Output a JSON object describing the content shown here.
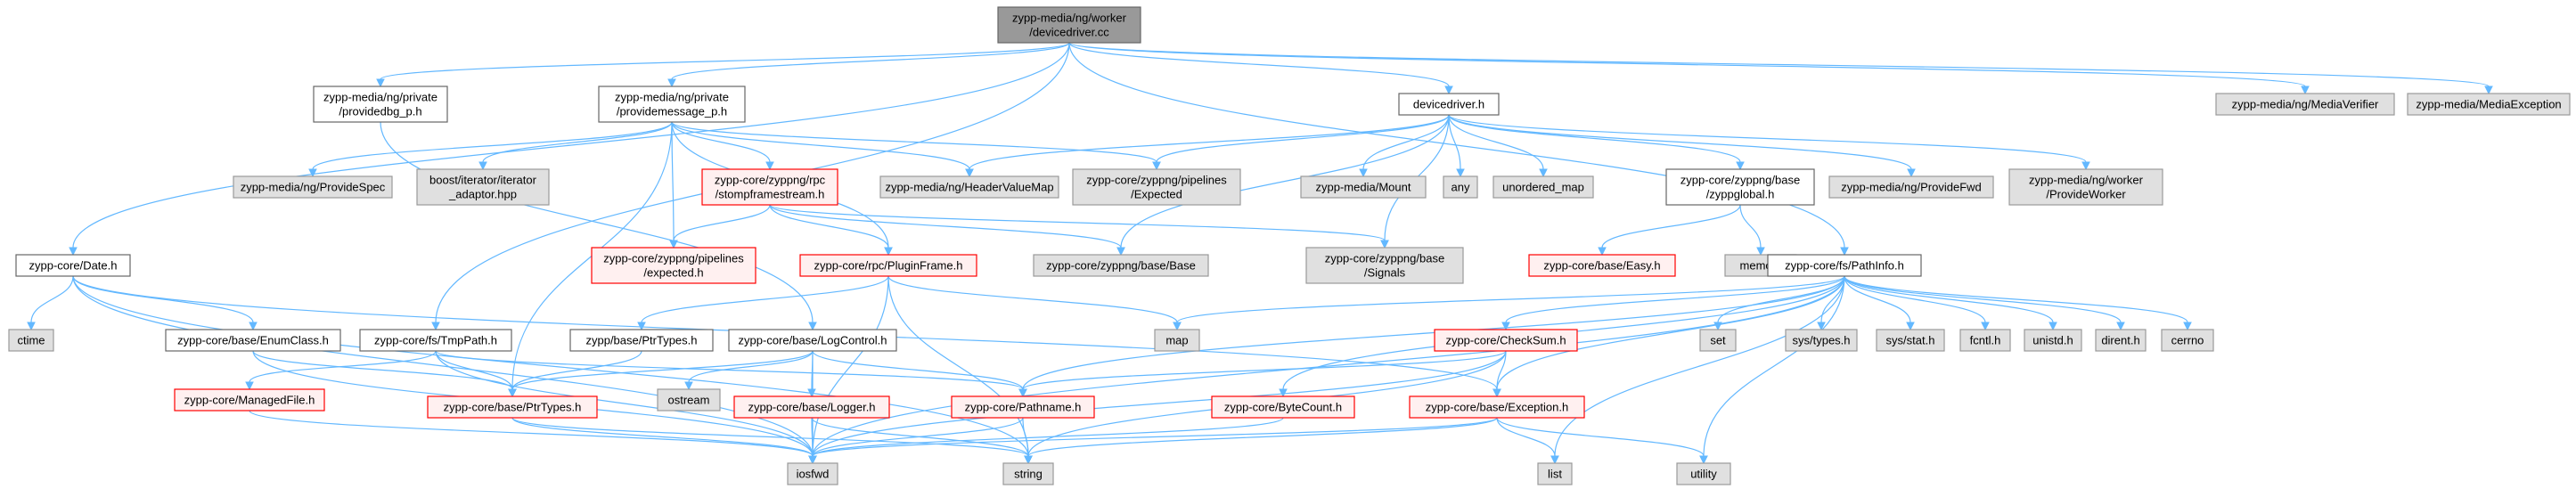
{
  "colors": {
    "root_fill": "#999999",
    "doc_fill": "#ffffff",
    "doc_stroke": "#666666",
    "sys_fill": "#e0e0e0",
    "sys_stroke": "#999999",
    "trunc_fill": "#fff0f0",
    "trunc_stroke": "#ff0000",
    "edge": "#63b8ff",
    "text": "#000000"
  },
  "nodes": [
    {
      "id": "root",
      "lines": [
        "zypp-media/ng/worker",
        "/devicedriver.cc"
      ],
      "kind": "root"
    },
    {
      "id": "providedbg",
      "lines": [
        "zypp-media/ng/private",
        "/providedbg_p.h"
      ],
      "kind": "doc"
    },
    {
      "id": "providemessage",
      "lines": [
        "zypp-media/ng/private",
        "/providemessage_p.h"
      ],
      "kind": "doc"
    },
    {
      "id": "devicedriver_h",
      "lines": [
        "devicedriver.h"
      ],
      "kind": "doc"
    },
    {
      "id": "mediaverifier",
      "lines": [
        "zypp-media/ng/MediaVerifier"
      ],
      "kind": "sys"
    },
    {
      "id": "mediaexception",
      "lines": [
        "zypp-media/MediaException"
      ],
      "kind": "sys"
    },
    {
      "id": "providespec",
      "lines": [
        "zypp-media/ng/ProvideSpec"
      ],
      "kind": "sys"
    },
    {
      "id": "iteratoradaptor",
      "lines": [
        "boost/iterator/iterator",
        "_adaptor.hpp"
      ],
      "kind": "sys"
    },
    {
      "id": "stompframestream",
      "lines": [
        "zypp-core/zyppng/rpc",
        "/stompframestream.h"
      ],
      "kind": "trunc"
    },
    {
      "id": "headervaluemap",
      "lines": [
        "zypp-media/ng/HeaderValueMap"
      ],
      "kind": "sys"
    },
    {
      "id": "pipelines_expected_sys",
      "lines": [
        "zypp-core/zyppng/pipelines",
        "/Expected"
      ],
      "kind": "sys"
    },
    {
      "id": "mount",
      "lines": [
        "zypp-media/Mount"
      ],
      "kind": "sys"
    },
    {
      "id": "any",
      "lines": [
        "any"
      ],
      "kind": "sys"
    },
    {
      "id": "unordered_map",
      "lines": [
        "unordered_map"
      ],
      "kind": "sys"
    },
    {
      "id": "zyppglobal",
      "lines": [
        "zypp-core/zyppng/base",
        "/zyppglobal.h"
      ],
      "kind": "doc"
    },
    {
      "id": "providefwd",
      "lines": [
        "zypp-media/ng/ProvideFwd"
      ],
      "kind": "sys"
    },
    {
      "id": "provideworker",
      "lines": [
        "zypp-media/ng/worker",
        "/ProvideWorker"
      ],
      "kind": "sys"
    },
    {
      "id": "date_h",
      "lines": [
        "zypp-core/Date.h"
      ],
      "kind": "doc"
    },
    {
      "id": "pipelines_expected_h",
      "lines": [
        "zypp-core/zyppng/pipelines",
        "/expected.h"
      ],
      "kind": "trunc"
    },
    {
      "id": "pluginframe",
      "lines": [
        "zypp-core/rpc/PluginFrame.h"
      ],
      "kind": "trunc"
    },
    {
      "id": "zyppng_base",
      "lines": [
        "zypp-core/zyppng/base/Base"
      ],
      "kind": "sys"
    },
    {
      "id": "signals",
      "lines": [
        "zypp-core/zyppng/base",
        "/Signals"
      ],
      "kind": "sys"
    },
    {
      "id": "easy",
      "lines": [
        "zypp-core/base/Easy.h"
      ],
      "kind": "trunc"
    },
    {
      "id": "memory",
      "lines": [
        "memory"
      ],
      "kind": "sys"
    },
    {
      "id": "pathinfo",
      "lines": [
        "zypp-core/fs/PathInfo.h"
      ],
      "kind": "doc"
    },
    {
      "id": "ctime",
      "lines": [
        "ctime"
      ],
      "kind": "sys"
    },
    {
      "id": "enumclass",
      "lines": [
        "zypp-core/base/EnumClass.h"
      ],
      "kind": "doc"
    },
    {
      "id": "tmppath",
      "lines": [
        "zypp-core/fs/TmpPath.h"
      ],
      "kind": "doc"
    },
    {
      "id": "zypp_ptrtypes",
      "lines": [
        "zypp/base/PtrTypes.h"
      ],
      "kind": "doc"
    },
    {
      "id": "logcontrol",
      "lines": [
        "zypp-core/base/LogControl.h"
      ],
      "kind": "doc"
    },
    {
      "id": "map",
      "lines": [
        "map"
      ],
      "kind": "sys"
    },
    {
      "id": "checksum",
      "lines": [
        "zypp-core/CheckSum.h"
      ],
      "kind": "trunc"
    },
    {
      "id": "set",
      "lines": [
        "set"
      ],
      "kind": "sys"
    },
    {
      "id": "systypes",
      "lines": [
        "sys/types.h"
      ],
      "kind": "sys"
    },
    {
      "id": "sysstat",
      "lines": [
        "sys/stat.h"
      ],
      "kind": "sys"
    },
    {
      "id": "fcntl",
      "lines": [
        "fcntl.h"
      ],
      "kind": "sys"
    },
    {
      "id": "unistd",
      "lines": [
        "unistd.h"
      ],
      "kind": "sys"
    },
    {
      "id": "dirent",
      "lines": [
        "dirent.h"
      ],
      "kind": "sys"
    },
    {
      "id": "cerrno",
      "lines": [
        "cerrno"
      ],
      "kind": "sys"
    },
    {
      "id": "managedfile",
      "lines": [
        "zypp-core/ManagedFile.h"
      ],
      "kind": "trunc"
    },
    {
      "id": "core_ptrtypes",
      "lines": [
        "zypp-core/base/PtrTypes.h"
      ],
      "kind": "trunc"
    },
    {
      "id": "ostream",
      "lines": [
        "ostream"
      ],
      "kind": "sys"
    },
    {
      "id": "logger",
      "lines": [
        "zypp-core/base/Logger.h"
      ],
      "kind": "trunc"
    },
    {
      "id": "pathname",
      "lines": [
        "zypp-core/Pathname.h"
      ],
      "kind": "trunc"
    },
    {
      "id": "bytecount",
      "lines": [
        "zypp-core/ByteCount.h"
      ],
      "kind": "trunc"
    },
    {
      "id": "exception",
      "lines": [
        "zypp-core/base/Exception.h"
      ],
      "kind": "trunc"
    },
    {
      "id": "iosfwd",
      "lines": [
        "iosfwd"
      ],
      "kind": "sys"
    },
    {
      "id": "string",
      "lines": [
        "string"
      ],
      "kind": "sys"
    },
    {
      "id": "list",
      "lines": [
        "list"
      ],
      "kind": "sys"
    },
    {
      "id": "utility",
      "lines": [
        "utility"
      ],
      "kind": "sys"
    }
  ],
  "edges": [
    [
      "root",
      "providedbg"
    ],
    [
      "root",
      "providemessage"
    ],
    [
      "root",
      "devicedriver_h"
    ],
    [
      "root",
      "mediaverifier"
    ],
    [
      "root",
      "mediaexception"
    ],
    [
      "root",
      "date_h"
    ],
    [
      "root",
      "tmppath"
    ],
    [
      "root",
      "pathinfo"
    ],
    [
      "providedbg",
      "logcontrol"
    ],
    [
      "providemessage",
      "providespec"
    ],
    [
      "providemessage",
      "iteratoradaptor"
    ],
    [
      "providemessage",
      "stompframestream"
    ],
    [
      "providemessage",
      "headervaluemap"
    ],
    [
      "providemessage",
      "pipelines_expected_sys"
    ],
    [
      "providemessage",
      "pipelines_expected_h"
    ],
    [
      "providemessage",
      "pluginframe"
    ],
    [
      "providemessage",
      "core_ptrtypes"
    ],
    [
      "stompframestream",
      "pipelines_expected_h"
    ],
    [
      "stompframestream",
      "pluginframe"
    ],
    [
      "stompframestream",
      "zyppng_base"
    ],
    [
      "stompframestream",
      "signals"
    ],
    [
      "devicedriver_h",
      "headervaluemap"
    ],
    [
      "devicedriver_h",
      "pipelines_expected_sys"
    ],
    [
      "devicedriver_h",
      "mount"
    ],
    [
      "devicedriver_h",
      "any"
    ],
    [
      "devicedriver_h",
      "unordered_map"
    ],
    [
      "devicedriver_h",
      "zyppglobal"
    ],
    [
      "devicedriver_h",
      "providefwd"
    ],
    [
      "devicedriver_h",
      "provideworker"
    ],
    [
      "devicedriver_h",
      "zyppng_base"
    ],
    [
      "devicedriver_h",
      "signals"
    ],
    [
      "zyppglobal",
      "easy"
    ],
    [
      "zyppglobal",
      "memory"
    ],
    [
      "pluginframe",
      "zypp_ptrtypes"
    ],
    [
      "pluginframe",
      "map"
    ],
    [
      "pluginframe",
      "iosfwd"
    ],
    [
      "pluginframe",
      "string"
    ],
    [
      "date_h",
      "ctime"
    ],
    [
      "date_h",
      "enumclass"
    ],
    [
      "date_h",
      "exception"
    ],
    [
      "date_h",
      "iosfwd"
    ],
    [
      "date_h",
      "string"
    ],
    [
      "enumclass",
      "core_ptrtypes"
    ],
    [
      "enumclass",
      "iosfwd"
    ],
    [
      "tmppath",
      "managedfile"
    ],
    [
      "tmppath",
      "core_ptrtypes"
    ],
    [
      "tmppath",
      "pathname"
    ],
    [
      "tmppath",
      "iosfwd"
    ],
    [
      "zypp_ptrtypes",
      "core_ptrtypes"
    ],
    [
      "logcontrol",
      "core_ptrtypes"
    ],
    [
      "logcontrol",
      "ostream"
    ],
    [
      "logcontrol",
      "logger"
    ],
    [
      "logcontrol",
      "pathname"
    ],
    [
      "logcontrol",
      "iosfwd"
    ],
    [
      "managedfile",
      "iosfwd"
    ],
    [
      "core_ptrtypes",
      "iosfwd"
    ],
    [
      "core_ptrtypes",
      "string"
    ],
    [
      "logger",
      "iosfwd"
    ],
    [
      "logger",
      "string"
    ],
    [
      "pathname",
      "iosfwd"
    ],
    [
      "pathname",
      "string"
    ],
    [
      "pathinfo",
      "map"
    ],
    [
      "pathinfo",
      "checksum"
    ],
    [
      "pathinfo",
      "bytecount"
    ],
    [
      "pathinfo",
      "set"
    ],
    [
      "pathinfo",
      "systypes"
    ],
    [
      "pathinfo",
      "sysstat"
    ],
    [
      "pathinfo",
      "fcntl"
    ],
    [
      "pathinfo",
      "unistd"
    ],
    [
      "pathinfo",
      "dirent"
    ],
    [
      "pathinfo",
      "cerrno"
    ],
    [
      "pathinfo",
      "exception"
    ],
    [
      "pathinfo",
      "pathname"
    ],
    [
      "pathinfo",
      "iosfwd"
    ],
    [
      "pathinfo",
      "list"
    ],
    [
      "pathinfo",
      "utility"
    ],
    [
      "checksum",
      "pathname"
    ],
    [
      "checksum",
      "exception"
    ],
    [
      "checksum",
      "iosfwd"
    ],
    [
      "checksum",
      "string"
    ],
    [
      "bytecount",
      "iosfwd"
    ],
    [
      "exception",
      "iosfwd"
    ],
    [
      "exception",
      "string"
    ],
    [
      "exception",
      "list"
    ],
    [
      "exception",
      "utility"
    ]
  ]
}
